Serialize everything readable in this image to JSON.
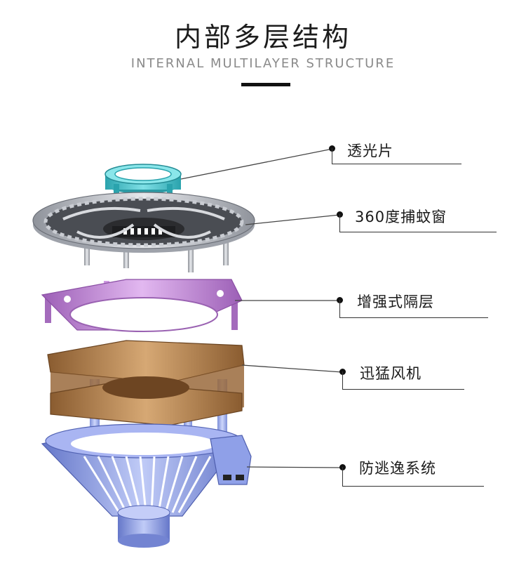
{
  "header": {
    "title": "内部多层结构",
    "subtitle": "INTERNAL MULTILAYER STRUCTURE"
  },
  "labels": [
    {
      "text": "透光片"
    },
    {
      "text": "360度捕蚊窗"
    },
    {
      "text": "增强式隔层"
    },
    {
      "text": "迅猛风机"
    },
    {
      "text": "防逃逸系统"
    }
  ],
  "colors": {
    "lens": "#3fb6bf",
    "window": "#b8bcc4",
    "layer": "#c48ad8",
    "fan": "#b3804d",
    "funnel": "#8ea0ea"
  }
}
